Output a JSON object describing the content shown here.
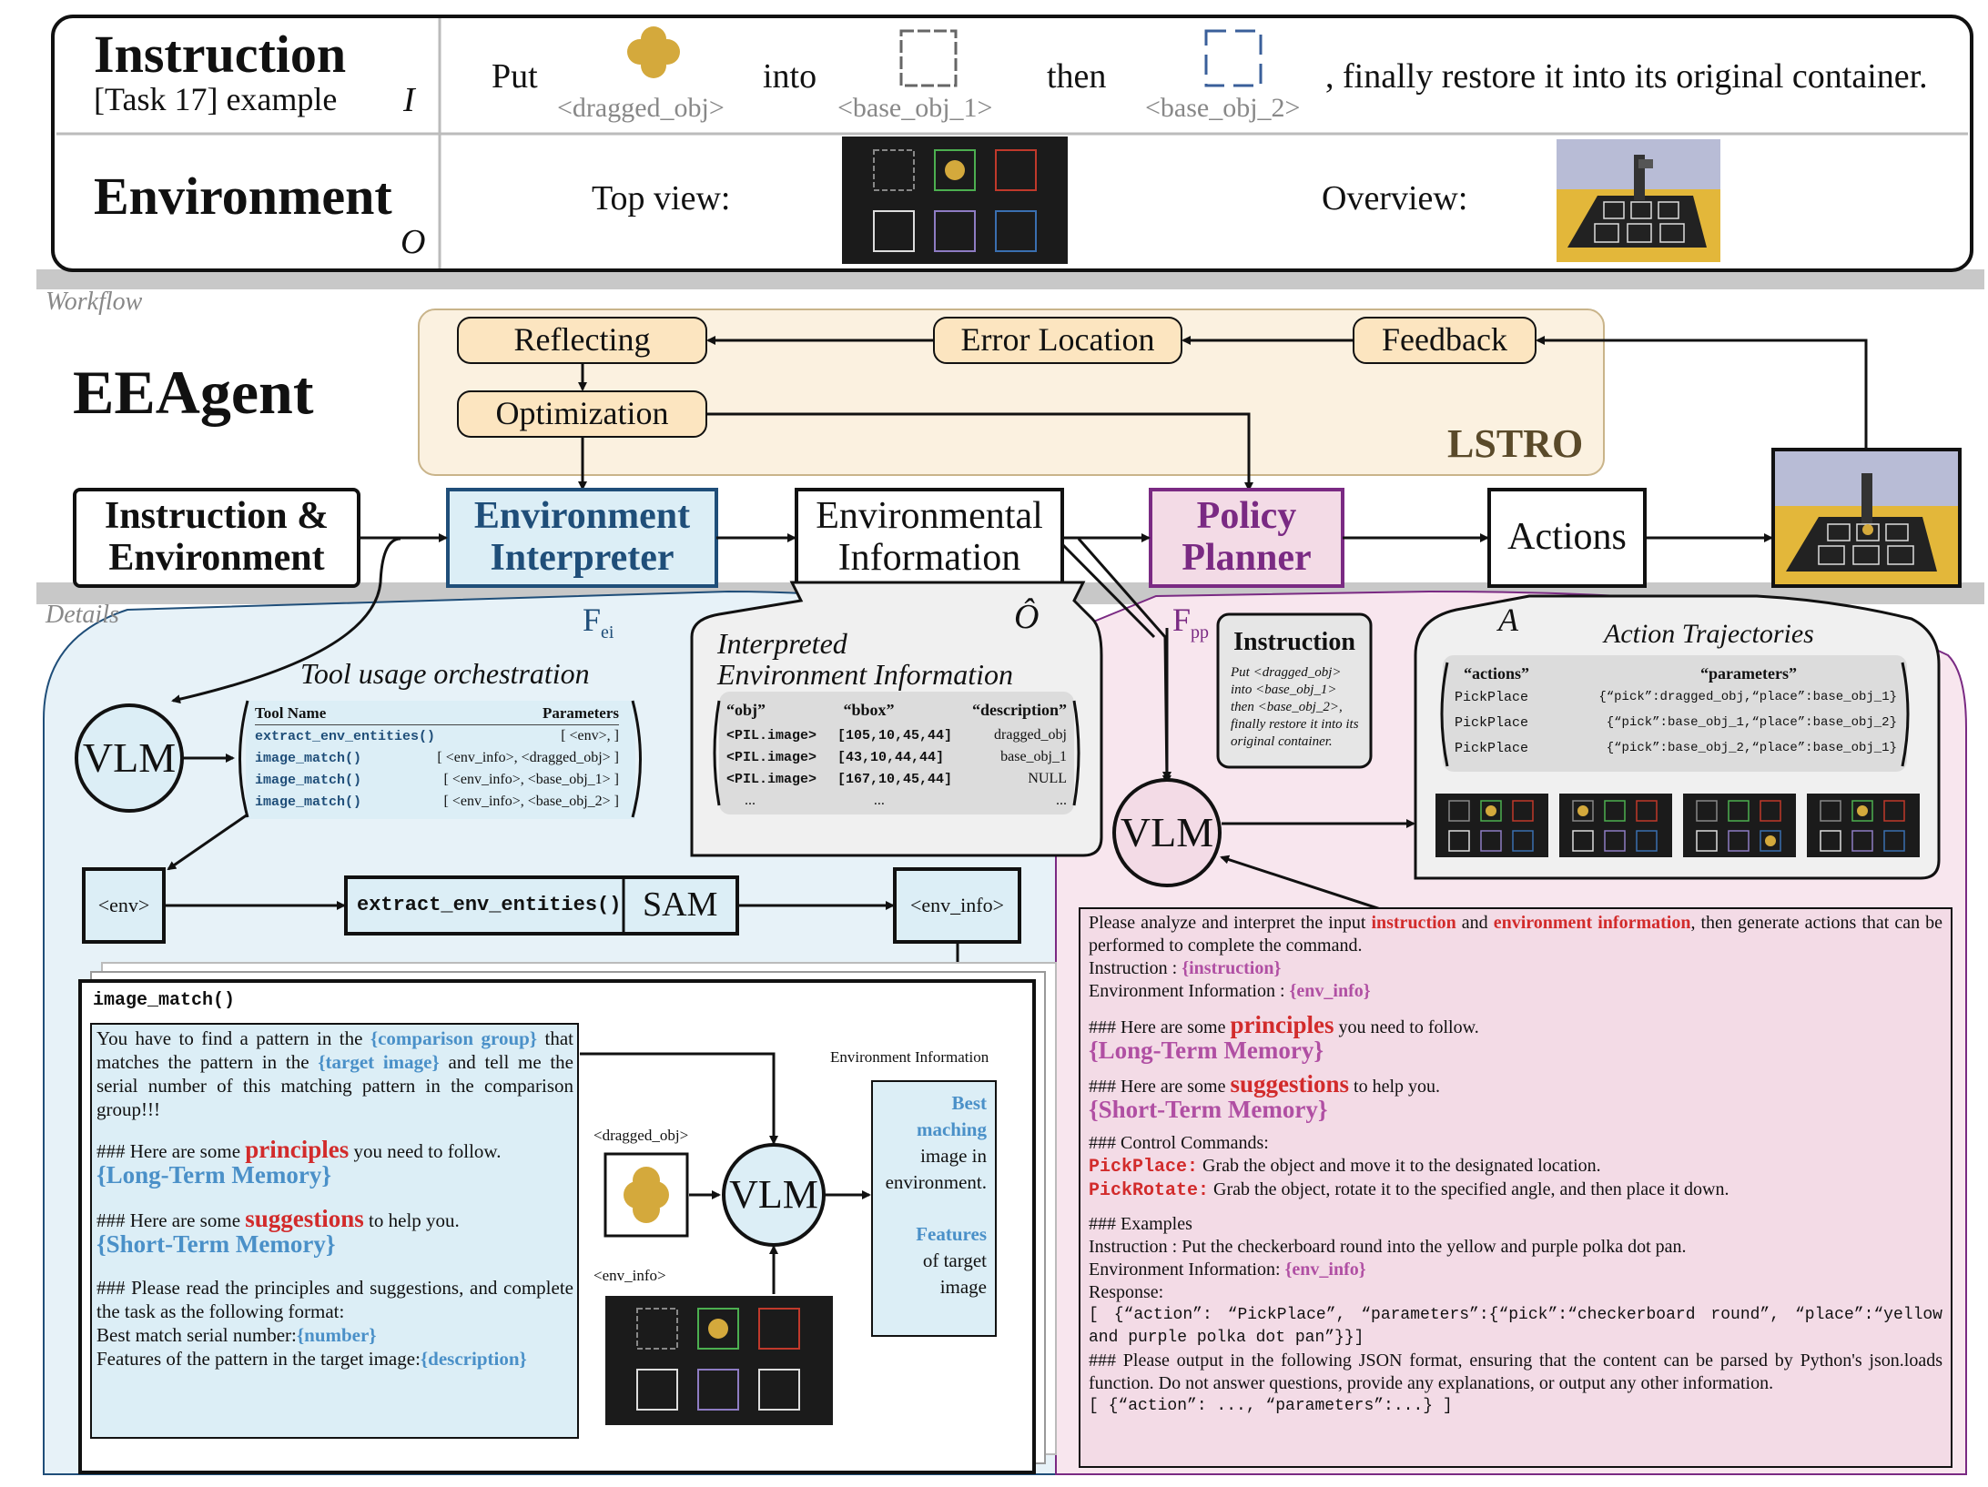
{
  "header": {
    "instruction_title": "Instruction",
    "instruction_sub": "[Task 17] example",
    "instruction_symbol": "I",
    "put": "Put",
    "into": "into",
    "then": "then",
    "finally": ", finally restore it into its original container.",
    "dragged_obj": "<dragged_obj>",
    "base_obj_1": "<base_obj_1>",
    "base_obj_2": "<base_obj_2>",
    "environment_title": "Environment",
    "environment_symbol": "O",
    "top_view": "Top view:",
    "overview": "Overview:"
  },
  "section_labels": {
    "workflow": "Workflow",
    "details": "Details"
  },
  "workflow": {
    "agent_name": "EEAgent",
    "reflecting": "Reflecting",
    "error_location": "Error Location",
    "feedback": "Feedback",
    "optimization": "Optimization",
    "lstro": "LSTRO",
    "instr_env_1": "Instruction &",
    "instr_env_2": "Environment",
    "env_interp_1": "Environment",
    "env_interp_2": "Interpreter",
    "env_info_1": "Environmental",
    "env_info_2": "Information",
    "policy_1": "Policy",
    "policy_2": "Planner",
    "actions": "Actions",
    "f_ei": "F",
    "f_ei_sub": "ei",
    "o_hat": "Ô",
    "f_pp": "F",
    "f_pp_sub": "pp",
    "a_symbol": "A"
  },
  "interpreter": {
    "tool_orch_title": "Tool usage orchestration",
    "vlm": "VLM",
    "tool_header": [
      "Tool Name",
      "Parameters"
    ],
    "tools": [
      {
        "name": "extract_env_entities()",
        "params": "[ <env>, ]"
      },
      {
        "name": "image_match()",
        "params": "[ <env_info>, <dragged_obj> ]"
      },
      {
        "name": "image_match()",
        "params": "[ <env_info>, <base_obj_1> ]"
      },
      {
        "name": "image_match()",
        "params": "[ <env_info>, <base_obj_2> ]"
      }
    ],
    "env": "<env>",
    "extract": "extract_env_entities()",
    "sam": "SAM",
    "env_info": "<env_info>",
    "image_match_title": "image_match()",
    "im_p1_a": "You have to find a pattern in the ",
    "im_p1_b": "{comparison group}",
    "im_p1_c": " that matches the pattern in the ",
    "im_p1_d": "{target image}",
    "im_p1_e": " and tell me the serial number of this matching pattern in the comparison group!!!",
    "im_p2_a": "### Here are some ",
    "im_p2_b": "principles",
    "im_p2_c": " you need to follow.",
    "im_ltm": "{Long-Term Memory}",
    "im_p3_a": "### Here are some ",
    "im_p3_b": "suggestions",
    "im_p3_c": " to  help you.",
    "im_stm": "{Short-Term Memory}",
    "im_p4": "### Please read the principles and suggestions, and complete the task as the following format:",
    "im_p5_a": "Best match serial number:",
    "im_p5_b": "{number}",
    "im_p6_a": "Features of the pattern in the target image:",
    "im_p6_b": "{description}",
    "dragged_obj_label": "<dragged_obj>",
    "env_info_label": "<env_info>",
    "env_information_label": "Environment Information",
    "best": "Best",
    "maching": "maching",
    "image_in": "image in",
    "environment": "environment.",
    "features": "Features",
    "of_target": "of target",
    "image": "image"
  },
  "env_info_panel": {
    "title_1": "Interpreted",
    "title_2": "Environment Information",
    "headers": [
      "“obj”",
      "“bbox”",
      "“description”"
    ],
    "rows": [
      {
        "obj": "<PIL.image>",
        "bbox": "[105,10,45,44]",
        "desc": "dragged_obj"
      },
      {
        "obj": "<PIL.image>",
        "bbox": "[43,10,44,44]",
        "desc": "base_obj_1"
      },
      {
        "obj": "<PIL.image>",
        "bbox": "[167,10,45,44]",
        "desc": "NULL"
      },
      {
        "obj": "...",
        "bbox": "...",
        "desc": "..."
      }
    ]
  },
  "planner": {
    "instruction_title": "Instruction",
    "instruction_text": "Put <dragged_obj> into <base_obj_1> then <base_obj_2>, finally restore it into its original container.",
    "vlm": "VLM",
    "traj_title": "Action Trajectories",
    "traj_headers": [
      "“actions”",
      "“parameters”"
    ],
    "traj_rows": [
      {
        "action": "PickPlace",
        "params": "{“pick”:dragged_obj,“place”:base_obj_1}"
      },
      {
        "action": "PickPlace",
        "params": "{“pick”:base_obj_1,“place”:base_obj_2}"
      },
      {
        "action": "PickPlace",
        "params": "{“pick”:base_obj_2,“place”:base_obj_1}"
      }
    ],
    "p1_a": "Please analyze and interpret the input ",
    "p1_b": "instruction",
    "p1_c": " and ",
    "p1_d": "environment information",
    "p1_e": ", then generate actions that can be performed to complete the command.",
    "p2_a": "Instruction : ",
    "p2_b": "{instruction}",
    "p3_a": "Environment Information : ",
    "p3_b": "{env_info}",
    "p4_a": "### Here are some ",
    "p4_b": "principles",
    "p4_c": " you need to follow.",
    "ltm": "{Long-Term Memory}",
    "p5_a": "### Here are some ",
    "p5_b": "suggestions",
    "p5_c": "  to  help you.",
    "stm": "{Short-Term Memory}",
    "p6": "###  Control Commands:",
    "pickplace": "PickPlace:",
    "pickplace_desc": " Grab the object and move it to the designated location.",
    "pickrotate": "PickRotate:",
    "pickrotate_desc": " Grab the object, rotate it to the specified angle, and then place it down.",
    "p7": "### Examples",
    "p8": "Instruction : Put the checkerboard round into the yellow and purple polka dot pan.",
    "p9_a": "Environment Information: ",
    "p9_b": "{env_info}",
    "p10": "Response:",
    "p11": "[ {“action”: “PickPlace”, “parameters”:{“pick”:“checkerboard round”, “place”:“yellow and purple polka dot pan”}}]",
    "p12": "### Please output in the following JSON format, ensuring that the content can be parsed by Python's json.loads function. Do not answer questions, provide any explanations, or output any other information.",
    "p13": "[ {“action”: ..., “parameters”:...} ]"
  },
  "colors": {
    "interpreter_blue": "#1f4e79",
    "interpreter_fill": "#dceef6",
    "planner_purple": "#7a2a83",
    "planner_fill": "#f3dbe6",
    "lstro_fill": "#fbf1e0",
    "lstro_box": "#fce5c0",
    "gray_band": "#c8c8c8",
    "accent_red": "#d22b2b",
    "accent_purple": "#b04fa3",
    "accent_blue": "#4a90c8"
  }
}
